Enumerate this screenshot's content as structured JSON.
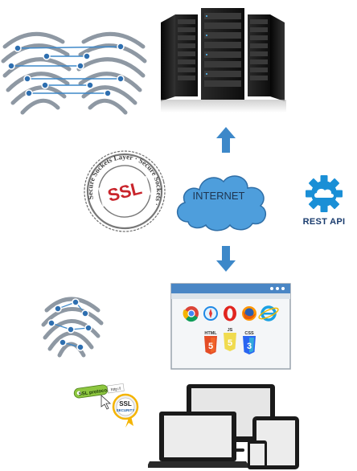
{
  "diagram": {
    "internet_label": "INTERNET",
    "rest_label": "REST API",
    "ssl_stamp": {
      "center_text": "SSL",
      "ring_text": "Secure Sockets Layer · Secure Sockets · ",
      "color": "#c9252c"
    },
    "ssl_badge": {
      "tag_text": "SSL protocol",
      "url_text": "http://",
      "seal_top": "SSL",
      "seal_bottom": "SECURITY"
    },
    "browser_badges": [
      "HTML",
      "JS",
      "CSS"
    ],
    "colors": {
      "arrow": "#3d88c9",
      "cloud_fill": "#4e9edc",
      "cloud_stroke": "#2f6ea6",
      "gear": "#1a8fd6",
      "fingerprint": "#8e98a3",
      "fingerprint_node": "#2e6fb0",
      "html5": "#e44d26",
      "js": "#f0db4f",
      "css3": "#2965f1"
    }
  }
}
